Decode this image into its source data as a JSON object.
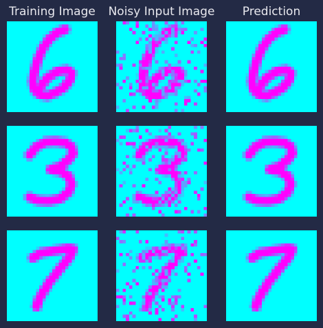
{
  "colors": {
    "background": "#232a45",
    "title_text": "#e8e8ee",
    "pixel_off": "#00ffff",
    "pixel_on": "#ff00ff"
  },
  "columns": [
    {
      "title": "Training Image"
    },
    {
      "title": "Noisy Input Image"
    },
    {
      "title": "Prediction"
    }
  ],
  "rows": [
    {
      "digit": "6"
    },
    {
      "digit": "3"
    },
    {
      "digit": "7"
    }
  ],
  "grid_resolution": 28
}
